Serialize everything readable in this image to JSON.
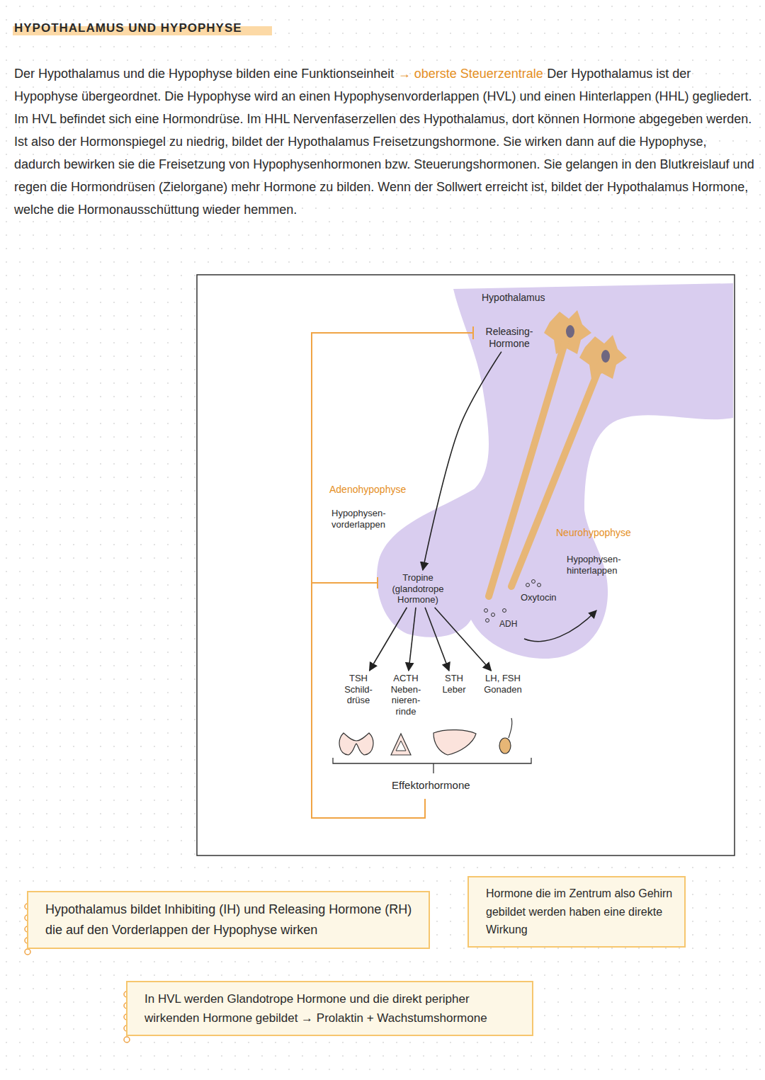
{
  "diagram": {
    "title": "HYPOTHALAMUS UND HYPOPHYSE",
    "nodes": [
      {
        "text": [
          "Hypothalamus"
        ]
      },
      {
        "text": [
          "Releasing- Hormone"
        ],
        "in": 0
      },
      {
        "text": [
          "Adenohypophyse",
          "Hypophysen- vorderlappen"
        ]
      },
      {
        "text": [
          "Tropine (glandotrope Hormone)"
        ],
        "in": 2
      },
      {
        "text": [
          "Neurohypophyse",
          "Hypophysen- hinterlappen",
          "Oxytocin",
          "ADH"
        ]
      },
      {
        "text": [
          "TSH",
          "Schild- drüse"
        ]
      },
      {
        "text": [
          "ACTH",
          "Neben- nieren- rinde"
        ]
      },
      {
        "text": [
          "STH",
          "Leber"
        ]
      },
      {
        "text": [
          "LH, FSH",
          "Gonaden"
        ]
      },
      {
        "text": [
          "Hypothalamus bildet Inhibiting (IH) und Releasing Hormone (RH) die auf den Vorderlappen der Hypophyse wirken"
        ]
      },
      {
        "text": [
          "Hormone die im Zentrum also Gehirn gebildet werden haben eine direkte Wirkung"
        ]
      },
      {
        "text": [
          "In HVL werden Glandotrope Hormone und die direkt peripher wirkenden Hormone gebildet → Prolaktin + Wachstumshormone"
        ]
      }
    ],
    "edges": [
      {
        "from": 1,
        "to": 3,
        "arrow": "to"
      },
      {
        "from": 3,
        "to": 5,
        "arrow": "to"
      },
      {
        "from": 3,
        "to": 6,
        "arrow": "to"
      },
      {
        "from": 3,
        "to": 7,
        "arrow": "to"
      },
      {
        "from": 3,
        "to": 8,
        "arrow": "to"
      }
    ],
    "labels": [
      "Der Hypothalamus und die Hypophyse bilden eine Funktionseinheit",
      "→ oberste Steuerzentrale",
      "Der Hypothalamus ist der Hypophyse übergeordnet. Die Hypophyse wird an einen Hypophysenvorderlappen (HVL) und einen Hinterlappen (HHL) gegliedert. Im HVL befindet sich eine Hormondrüse. Im HHL Nervenfaserzellen des Hypothalamus, dort können Hormone abgegeben werden. Ist also der Hormonspiegel zu niedrig, bildet der Hypothalamus Freisetzungshormone. Sie wirken dann auf die Hypophyse, dadurch bewirken sie die Freisetzung von Hypophysenhormonen bzw. Steuerungshormonen. Sie gelangen in den Blutkreislauf und regen die Hormondrüsen (Zielorgane) mehr Hormone zu bilden. Wenn der Sollwert erreicht ist, bildet der Hypothalamus Hormone, welche die Hormonausschüttung wieder hemmen.",
      "Effektorhormone"
    ]
  }
}
